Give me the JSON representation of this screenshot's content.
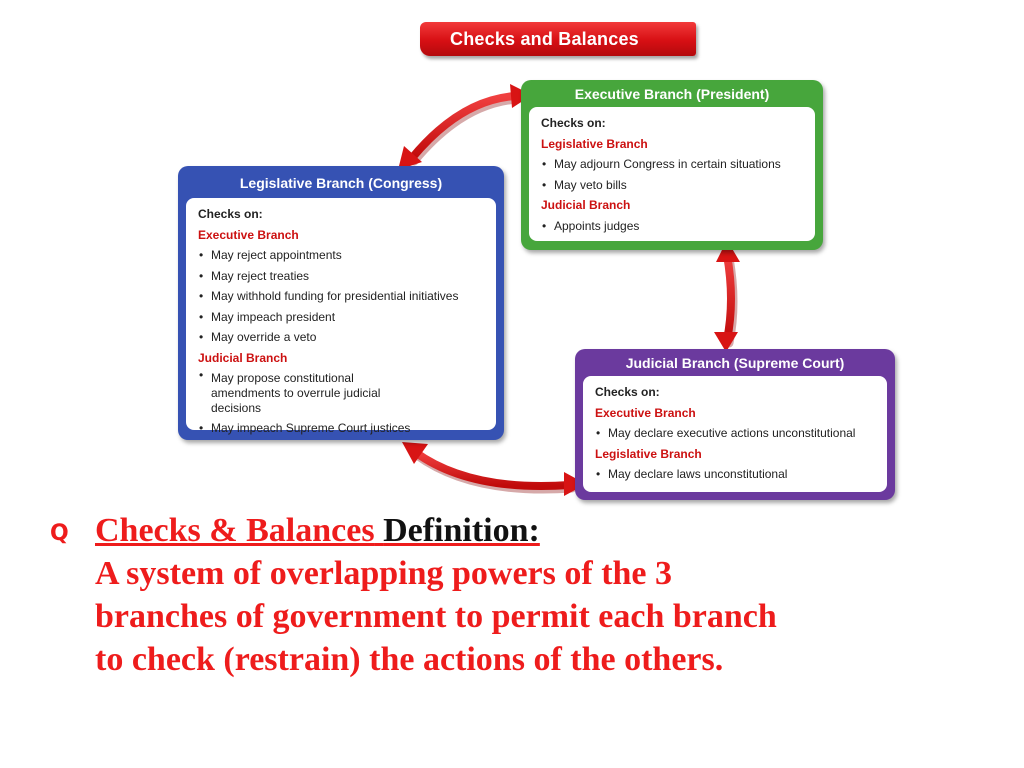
{
  "banner": {
    "title": "Checks and Balances",
    "color": "#d70f14"
  },
  "legislative": {
    "title": "Legislative Branch (Congress)",
    "color": "#3652b3",
    "checks_label": "Checks on:",
    "sections": [
      {
        "heading": "Executive Branch",
        "items": [
          "May reject appointments",
          "May reject treaties",
          "May withhold funding for presidential initiatives",
          "May impeach president",
          "May override a veto"
        ]
      },
      {
        "heading": "Judicial Branch",
        "items": [
          "May propose constitutional amendments to overrule judicial decisions",
          "May impeach Supreme Court justices"
        ]
      }
    ]
  },
  "executive": {
    "title": "Executive Branch (President)",
    "color": "#47a63c",
    "checks_label": "Checks on:",
    "sections": [
      {
        "heading": "Legislative Branch",
        "items": [
          "May adjourn Congress in certain situations",
          "May veto bills"
        ]
      },
      {
        "heading": "Judicial Branch",
        "items": [
          "Appoints judges"
        ]
      }
    ]
  },
  "judicial": {
    "title": "Judicial Branch (Supreme Court)",
    "color": "#6b3a9e",
    "checks_label": "Checks on:",
    "sections": [
      {
        "heading": "Executive Branch",
        "items": [
          "May declare executive actions unconstitutional"
        ]
      },
      {
        "heading": "Legislative Branch",
        "items": [
          "May declare laws unconstitutional"
        ]
      }
    ]
  },
  "definition": {
    "bullet": "Q",
    "term": "Checks & Balances",
    "label": "Definition:",
    "lines": [
      "A system of overlapping powers of the 3",
      "branches of government to permit each branch",
      "to check (restrain) the actions of the others."
    ],
    "color": "#ee1c1c"
  }
}
